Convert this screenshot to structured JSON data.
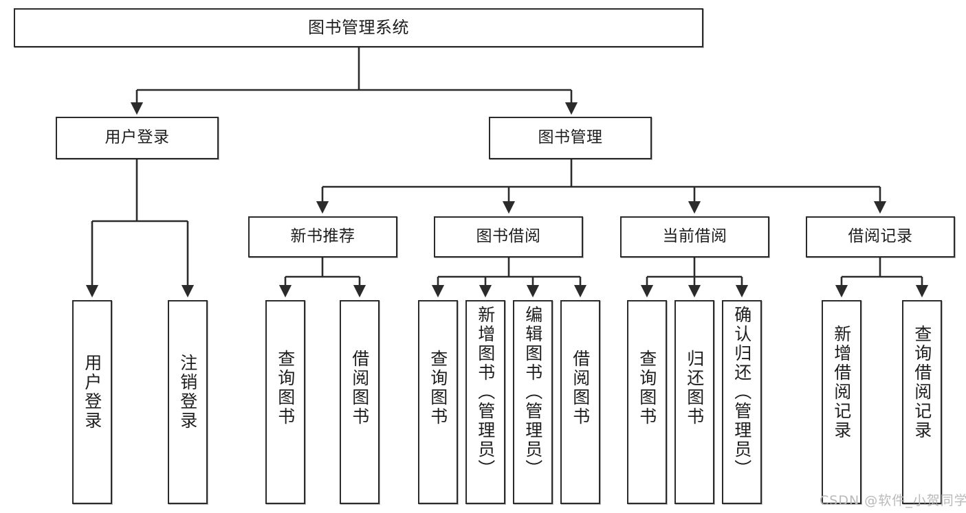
{
  "diagram": {
    "title": "图书管理系统",
    "type": "tree-hierarchy-chart",
    "colors": {
      "box_border": "#2b2b2b",
      "box_fill": "#ffffff",
      "connector": "#2b2b2b",
      "text": "#1d1d1d",
      "watermark": "#b9b9b9"
    }
  },
  "nodes": {
    "root": {
      "label": "图书管理系统"
    },
    "level2": [
      {
        "id": "user-login",
        "label": "用户登录"
      },
      {
        "id": "book-management",
        "label": "图书管理"
      }
    ],
    "level3": [
      {
        "id": "new-book-recommend",
        "label": "新书推荐"
      },
      {
        "id": "book-borrow",
        "label": "图书借阅"
      },
      {
        "id": "current-borrow",
        "label": "当前借阅"
      },
      {
        "id": "borrow-record",
        "label": "借阅记录"
      }
    ],
    "leaves": {
      "user_login": [
        {
          "id": "leaf-user-login",
          "label": "用户登录"
        },
        {
          "id": "leaf-logout-login",
          "label": "注销登录"
        }
      ],
      "new_book_recommend": [
        {
          "id": "leaf-query-book-1",
          "label": "查询图书"
        },
        {
          "id": "leaf-borrow-book-1",
          "label": "借阅图书"
        }
      ],
      "book_borrow": [
        {
          "id": "leaf-query-book-2",
          "label": "查询图书"
        },
        {
          "id": "leaf-add-book-admin",
          "label": "新增图书（管理员）"
        },
        {
          "id": "leaf-edit-book-admin",
          "label": "编辑图书（管理员）"
        },
        {
          "id": "leaf-borrow-book-2",
          "label": "借阅图书"
        }
      ],
      "current_borrow": [
        {
          "id": "leaf-query-book-3",
          "label": "查询图书"
        },
        {
          "id": "leaf-return-book",
          "label": "归还图书"
        },
        {
          "id": "leaf-confirm-return-admin",
          "label": "确认归还（管理员）"
        }
      ],
      "borrow_record": [
        {
          "id": "leaf-add-borrow-record",
          "label": "新增借阅记录"
        },
        {
          "id": "leaf-query-borrow-record",
          "label": "查询借阅记录"
        }
      ]
    }
  },
  "watermark": {
    "text": "CSDN @软件_小贺同学"
  }
}
